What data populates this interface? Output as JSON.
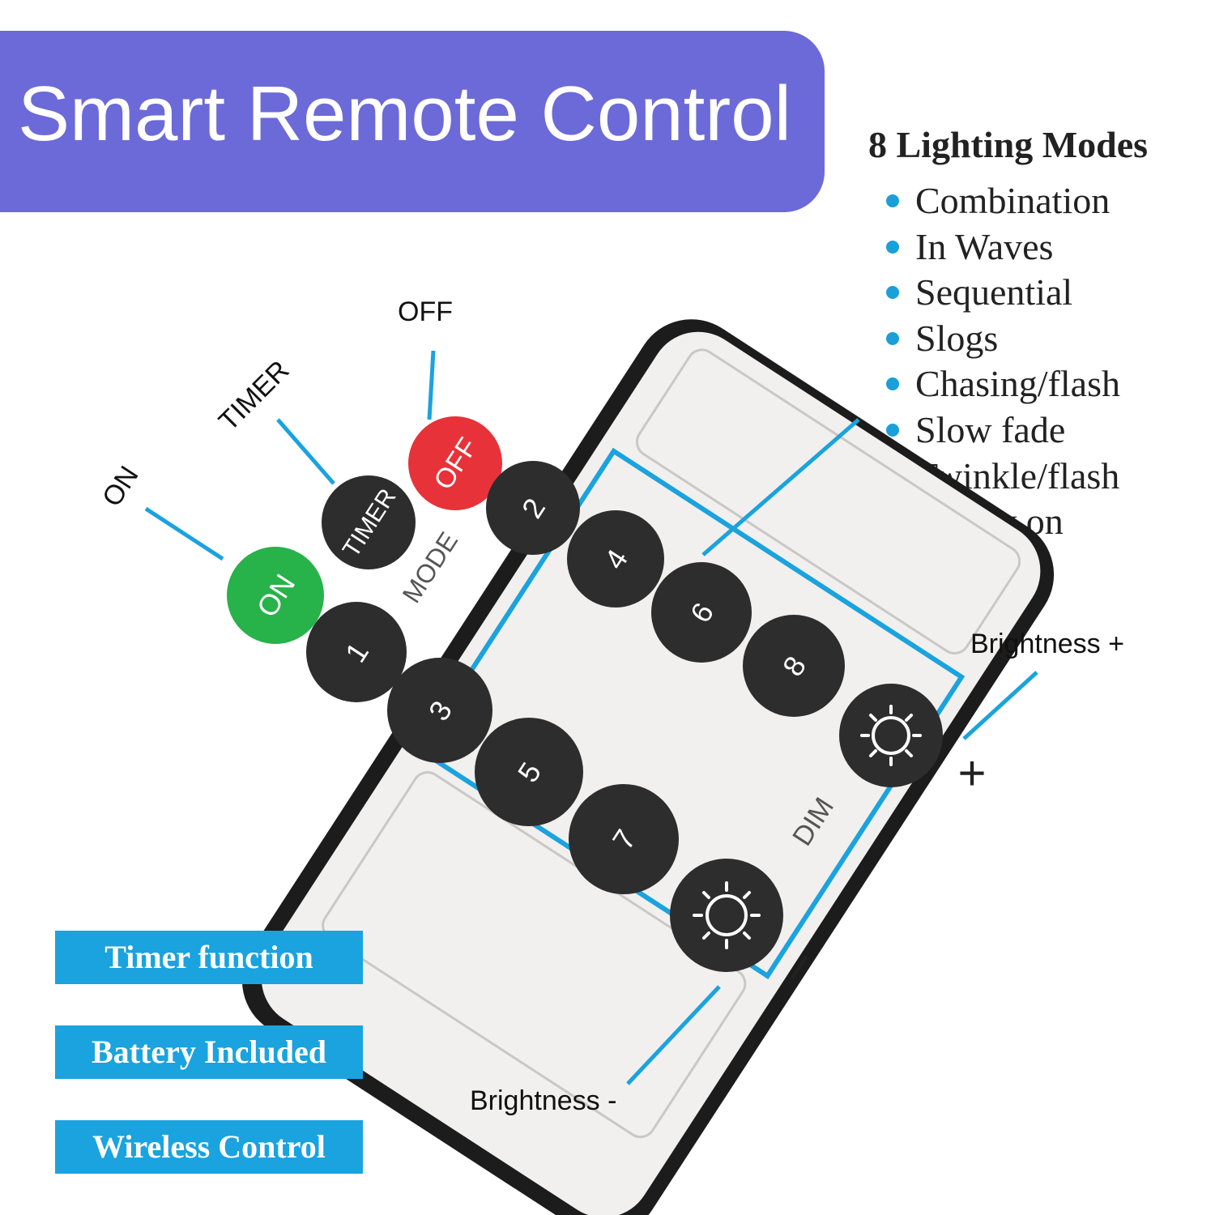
{
  "header": {
    "title": "Smart Remote Control"
  },
  "modes": {
    "title": "8 Lighting Modes",
    "items": [
      "Combination",
      "In Waves",
      "Sequential",
      "Slogs",
      "Chasing/flash",
      "Slow fade",
      "Twinkle/flash",
      "Steady on"
    ]
  },
  "callouts": {
    "on": "ON",
    "timer": "TIMER",
    "off": "OFF",
    "brightness_plus": "Brightness +",
    "brightness_minus": "Brightness -"
  },
  "remote": {
    "on_label": "ON",
    "timer_label": "TIMER",
    "off_label": "OFF",
    "mode_label": "MODE",
    "dim_label": "DIM",
    "plus_sign": "+",
    "minus_sign": "–",
    "numbers": [
      "1",
      "2",
      "3",
      "4",
      "5",
      "6",
      "7",
      "8"
    ]
  },
  "features": [
    "Timer function",
    "Battery Included",
    "Wireless Control"
  ],
  "colors": {
    "banner": "#6c6ad8",
    "accent": "#1aa3de",
    "on_button": "#27b24a",
    "off_button": "#e8323a",
    "button_dark": "#2d2d2d"
  }
}
